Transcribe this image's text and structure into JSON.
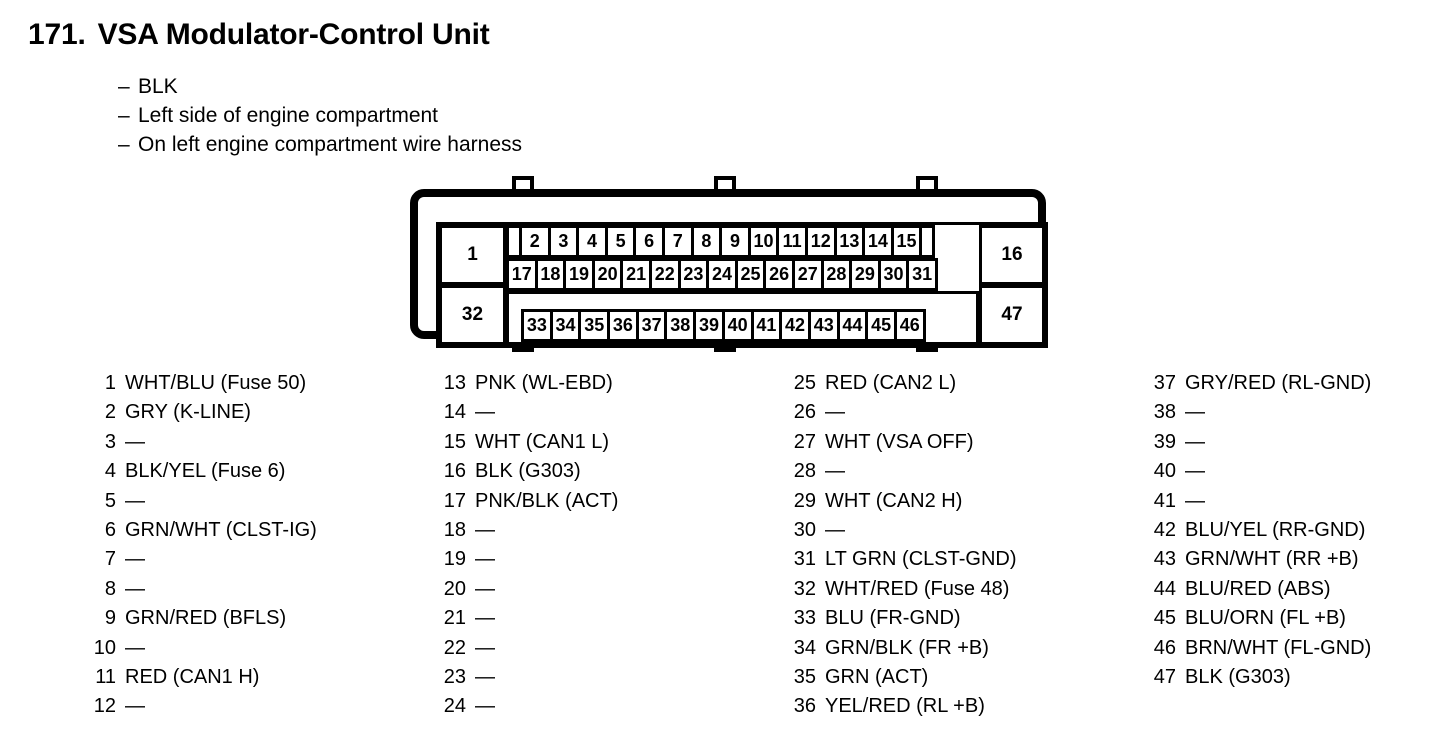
{
  "header": {
    "number": "171.",
    "title": "VSA Modulator-Control Unit",
    "bullets": [
      "BLK",
      "Left side of engine compartment",
      "On left engine compartment wire harness"
    ],
    "bullet_dash": "–"
  },
  "colors": {
    "ink": "#000000",
    "paper": "#ffffff"
  },
  "connector": {
    "name": "47-pin connector pinout diagram",
    "side_pins_left": [
      "1",
      "32"
    ],
    "side_pins_right": [
      "16",
      "47"
    ],
    "row1": [
      "",
      "2",
      "3",
      "4",
      "5",
      "6",
      "7",
      "8",
      "9",
      "10",
      "11",
      "12",
      "13",
      "14",
      "15",
      ""
    ],
    "row2": [
      "17",
      "18",
      "19",
      "20",
      "21",
      "22",
      "23",
      "24",
      "25",
      "26",
      "27",
      "28",
      "29",
      "30",
      "31"
    ],
    "row3": [
      "33",
      "34",
      "35",
      "36",
      "37",
      "38",
      "39",
      "40",
      "41",
      "42",
      "43",
      "44",
      "45",
      "46"
    ],
    "tab_count_top": 3,
    "tab_count_bottom": 3,
    "tab_positions_x": [
      108,
      310,
      512
    ]
  },
  "legend": {
    "empty_marker": "—",
    "columns": [
      {
        "rows": [
          {
            "num": "1",
            "label": "WHT/BLU (Fuse 50)"
          },
          {
            "num": "2",
            "label": "GRY (K-LINE)"
          },
          {
            "num": "3",
            "label": "—"
          },
          {
            "num": "4",
            "label": "BLK/YEL (Fuse 6)"
          },
          {
            "num": "5",
            "label": "—"
          },
          {
            "num": "6",
            "label": "GRN/WHT (CLST-IG)"
          },
          {
            "num": "7",
            "label": "—"
          },
          {
            "num": "8",
            "label": "—"
          },
          {
            "num": "9",
            "label": "GRN/RED (BFLS)"
          },
          {
            "num": "10",
            "label": "—"
          },
          {
            "num": "11",
            "label": "RED (CAN1 H)"
          },
          {
            "num": "12",
            "label": "—"
          }
        ]
      },
      {
        "rows": [
          {
            "num": "13",
            "label": "PNK (WL-EBD)"
          },
          {
            "num": "14",
            "label": "—"
          },
          {
            "num": "15",
            "label": "WHT (CAN1 L)"
          },
          {
            "num": "16",
            "label": "BLK (G303)"
          },
          {
            "num": "17",
            "label": "PNK/BLK (ACT)"
          },
          {
            "num": "18",
            "label": "—"
          },
          {
            "num": "19",
            "label": "—"
          },
          {
            "num": "20",
            "label": "—"
          },
          {
            "num": "21",
            "label": "—"
          },
          {
            "num": "22",
            "label": "—"
          },
          {
            "num": "23",
            "label": "—"
          },
          {
            "num": "24",
            "label": "—"
          }
        ]
      },
      {
        "rows": [
          {
            "num": "25",
            "label": "RED (CAN2 L)"
          },
          {
            "num": "26",
            "label": "—"
          },
          {
            "num": "27",
            "label": "WHT (VSA OFF)"
          },
          {
            "num": "28",
            "label": "—"
          },
          {
            "num": "29",
            "label": "WHT (CAN2 H)"
          },
          {
            "num": "30",
            "label": "—"
          },
          {
            "num": "31",
            "label": "LT GRN (CLST-GND)"
          },
          {
            "num": "32",
            "label": "WHT/RED (Fuse 48)"
          },
          {
            "num": "33",
            "label": "BLU (FR-GND)"
          },
          {
            "num": "34",
            "label": "GRN/BLK (FR +B)"
          },
          {
            "num": "35",
            "label": "GRN (ACT)"
          },
          {
            "num": "36",
            "label": "YEL/RED (RL +B)"
          }
        ]
      },
      {
        "rows": [
          {
            "num": "37",
            "label": "GRY/RED (RL-GND)"
          },
          {
            "num": "38",
            "label": "—"
          },
          {
            "num": "39",
            "label": "—"
          },
          {
            "num": "40",
            "label": "—"
          },
          {
            "num": "41",
            "label": "—"
          },
          {
            "num": "42",
            "label": "BLU/YEL (RR-GND)"
          },
          {
            "num": "43",
            "label": "GRN/WHT (RR +B)"
          },
          {
            "num": "44",
            "label": "BLU/RED (ABS)"
          },
          {
            "num": "45",
            "label": "BLU/ORN (FL +B)"
          },
          {
            "num": "46",
            "label": "BRN/WHT (FL-GND)"
          },
          {
            "num": "47",
            "label": "BLK (G303)"
          }
        ]
      }
    ]
  }
}
